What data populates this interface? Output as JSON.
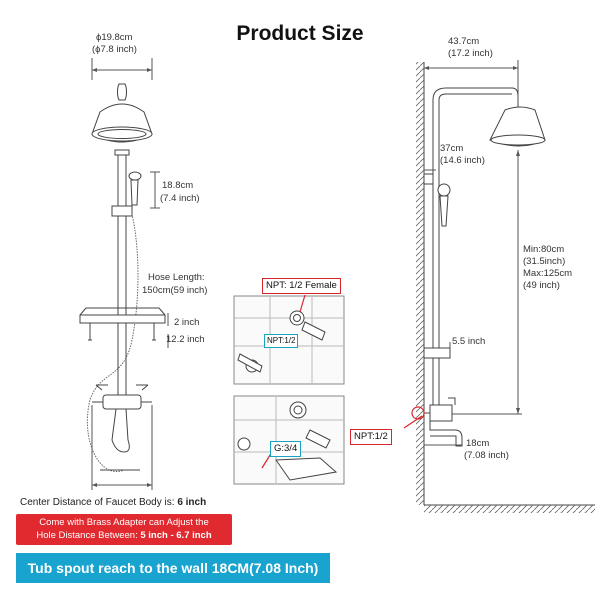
{
  "title": "Product Size",
  "left": {
    "head_diameter_cm": "ϕ19.8cm",
    "head_diameter_in": "(ϕ7.8 inch)",
    "handheld_cm": "18.8cm",
    "handheld_in": "(7.4 inch)",
    "hose_line1": "Hose Length:",
    "hose_line2": "150cm(59 inch)",
    "shelf_2": "2 inch",
    "shelf_12": "12.2 inch"
  },
  "right": {
    "arm_cm": "43.7cm",
    "arm_in": "(17.2 inch)",
    "bar_cm": "37cm",
    "bar_in": "(14.6 inch)",
    "height_1": "Min:80cm",
    "height_2": "(31.5inch)",
    "height_3": "Max:125cm",
    "height_4": "(49 inch)",
    "soap_in": "5.5 inch",
    "spout_cm": "18cm",
    "spout_in": "(7.08 inch)",
    "npt_label": "NPT:1/2"
  },
  "detail": {
    "npt_female": "NPT: 1/2 Female",
    "npt_small": "NPT:1/2",
    "g34": "G:3/4"
  },
  "bottom": {
    "center_distance_text": "Center Distance of Faucet Body is:",
    "center_distance_value": "6 inch",
    "adapter_line1": "Come with Brass Adapter can Adjust the",
    "adapter_line2": "Hole Distance Between:",
    "adapter_range": "5 inch - 6.7 inch",
    "tub_spout": "Tub spout reach to the wall 18CM(7.08 Inch)"
  },
  "colors": {
    "accent_red": "#e02a2f",
    "accent_blue": "#19a3cf",
    "line_gray": "#555555"
  }
}
